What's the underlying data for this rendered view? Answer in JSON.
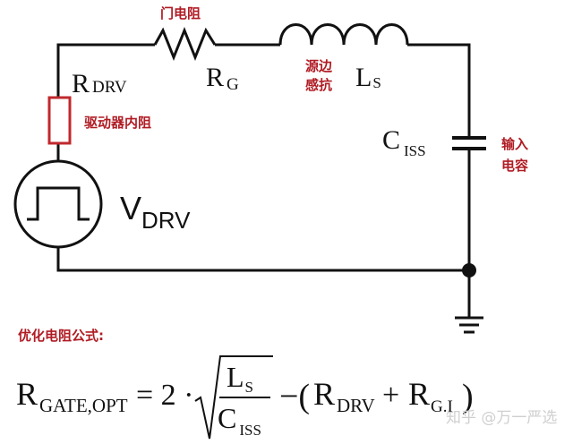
{
  "labels": {
    "gate_resistor_cn": "门电阻",
    "r_drv": {
      "main": "R",
      "sub": "DRV"
    },
    "r_g": {
      "main": "R",
      "sub": "G"
    },
    "source_inductance_cn_1": "源边",
    "source_inductance_cn_2": "感抗",
    "l_s": {
      "main": "L",
      "sub": "S"
    },
    "driver_internal_resistance_cn": "驱动器内阻",
    "c_iss": {
      "main": "C",
      "sub": "ISS"
    },
    "input_capacitance_cn_1": "输入",
    "input_capacitance_cn_2": "电容",
    "v_drv": {
      "main": "V",
      "sub": "DRV"
    }
  },
  "formula": {
    "heading": "优化电阻公式:",
    "lhs_main": "R",
    "lhs_sub": "GATE,OPT",
    "equals_two_dot": "= 2 ·",
    "num_main": "L",
    "num_sub": "S",
    "den_main": "C",
    "den_sub": "ISS",
    "minus_paren": "−(",
    "rdrv_main": "R",
    "rdrv_sub": "DRV",
    "plus": "+",
    "rgi_main": "R",
    "rgi_sub": "G.I",
    "close_paren": ")"
  },
  "watermark": "知乎 @万一严选",
  "colors": {
    "wire": "#111111",
    "label_red": "#b01c24",
    "driver_resistor": "#c0282e"
  }
}
